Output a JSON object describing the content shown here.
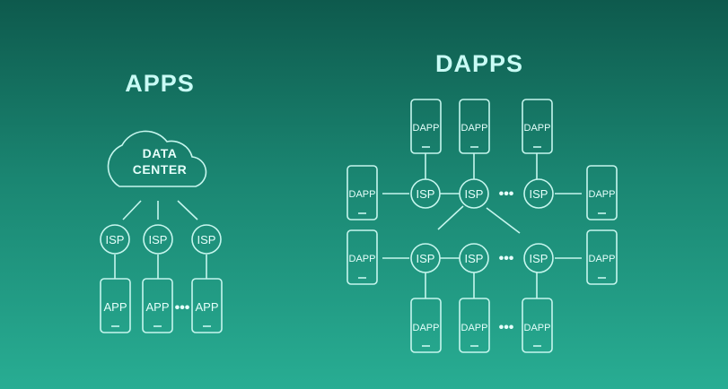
{
  "apps": {
    "title": "APPS",
    "cloud": {
      "line1": "DATA",
      "line2": "CENTER"
    },
    "isp_label": "ISP",
    "app_label": "APP",
    "ellipsis": "•••"
  },
  "dapps": {
    "title": "DAPPS",
    "isp_label": "ISP",
    "dapp_label": "DAPP",
    "ellipsis": "•••"
  },
  "colors": {
    "background_top": "#0e5a4d",
    "background_bottom": "#28ad93",
    "line": "#c6f6ee",
    "title": "#c9fbf5"
  }
}
